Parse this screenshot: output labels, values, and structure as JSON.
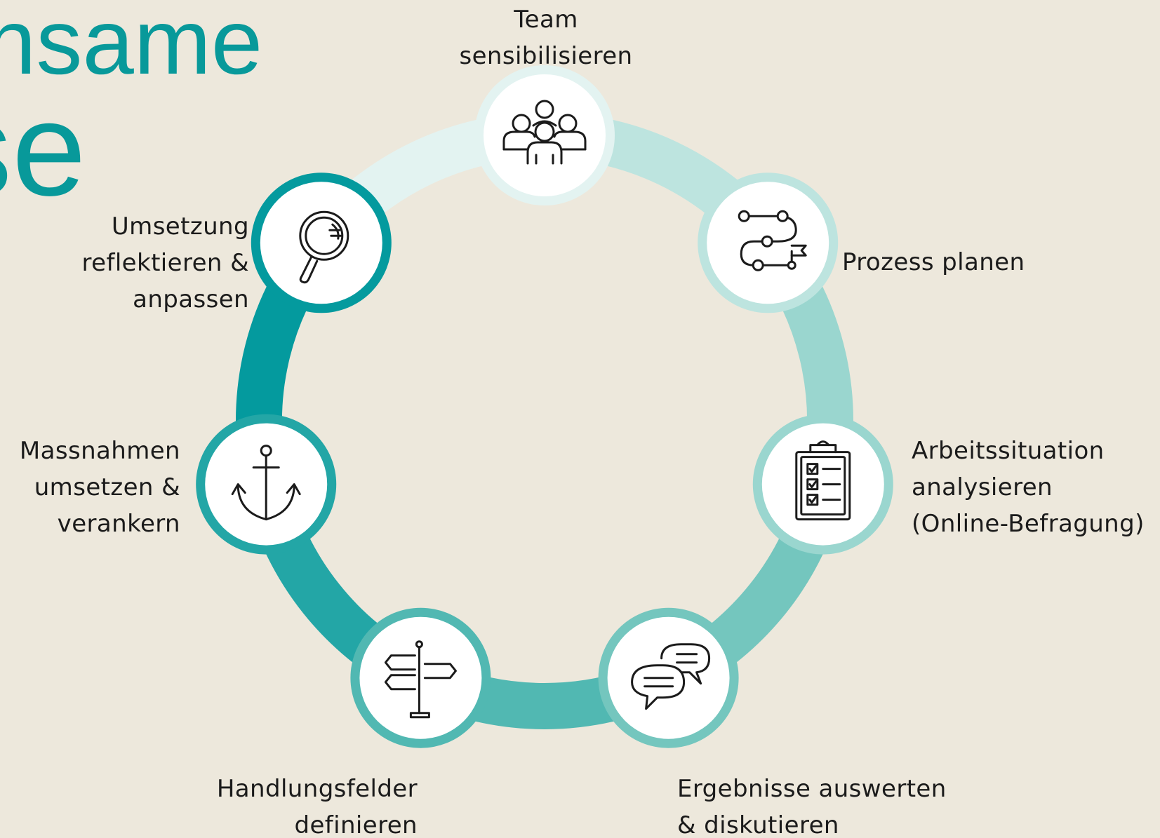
{
  "title": {
    "line1": "nsame",
    "line2": "se"
  },
  "steps": [
    {
      "lines": [
        "Team",
        "sensibilisieren"
      ],
      "icon": "team-icon",
      "color": "#e3f3f1"
    },
    {
      "lines": [
        "Prozess planen"
      ],
      "icon": "process-path-icon",
      "color": "#bde4df"
    },
    {
      "lines": [
        "Arbeitssituation",
        "analysieren",
        "(Online-Befragung)"
      ],
      "icon": "clipboard-checklist-icon",
      "color": "#9ad6cf"
    },
    {
      "lines": [
        "Ergebnisse auswerten",
        "& diskutieren"
      ],
      "icon": "chat-bubbles-icon",
      "color": "#74c6be"
    },
    {
      "lines": [
        "Handlungsfelder",
        "definieren"
      ],
      "icon": "signpost-icon",
      "color": "#51b8b2"
    },
    {
      "lines": [
        "Massnahmen",
        "umsetzen &",
        "verankern"
      ],
      "icon": "anchor-icon",
      "color": "#23a6a6"
    },
    {
      "lines": [
        "Umsetzung",
        "reflektieren &",
        "anpassen"
      ],
      "icon": "magnifier-icon",
      "color": "#049a9e"
    }
  ]
}
